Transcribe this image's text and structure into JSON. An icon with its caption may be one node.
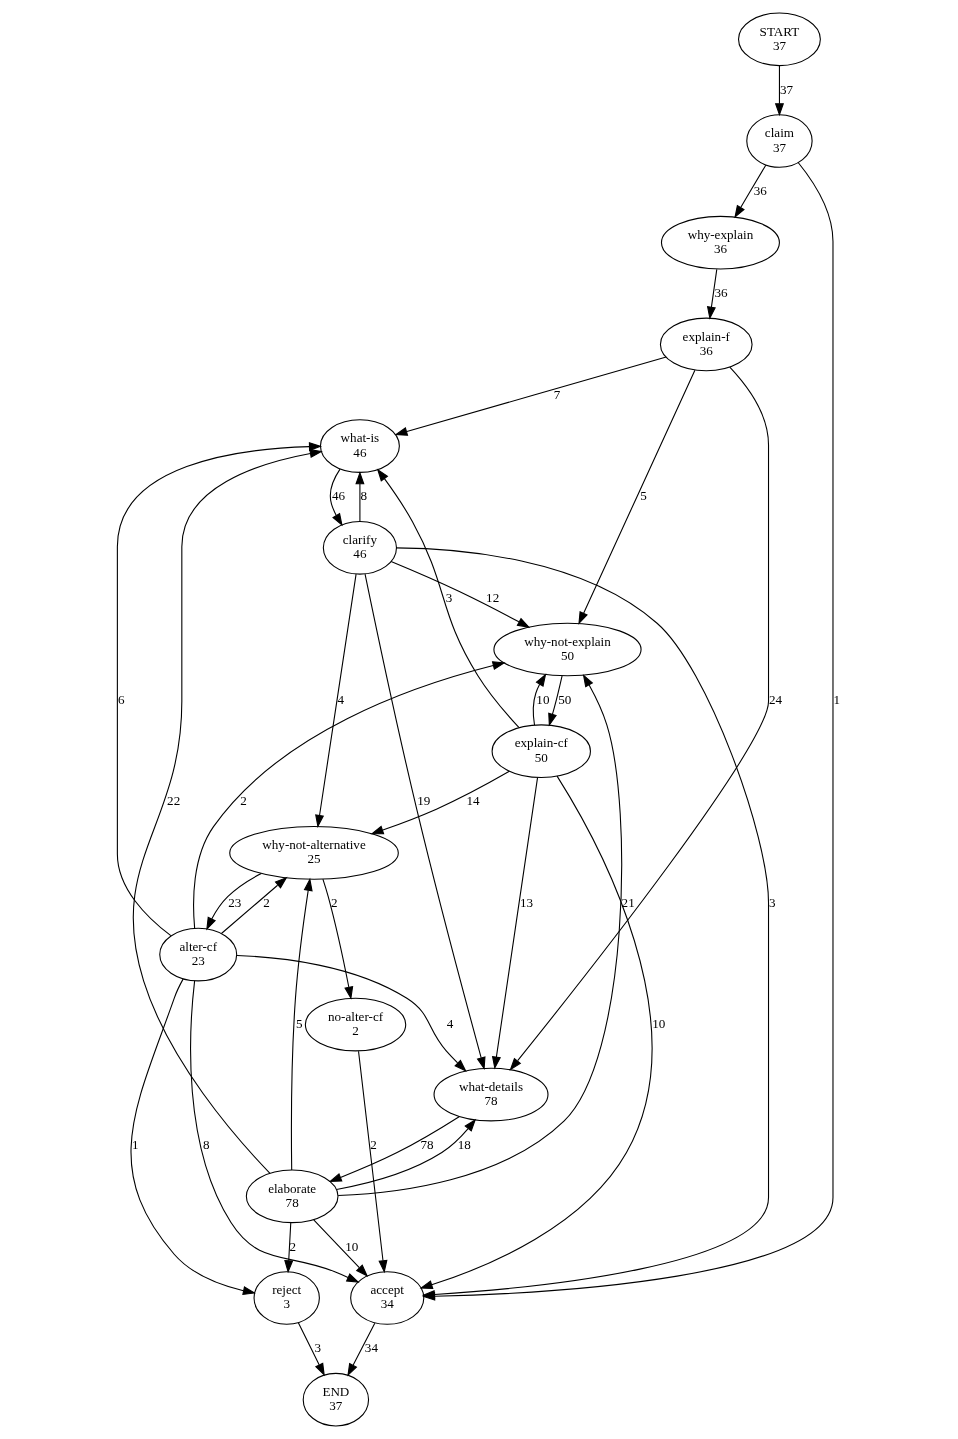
{
  "diagram": {
    "nodes": [
      {
        "text": [
          "START",
          "37"
        ]
      },
      {
        "text": [
          "claim",
          "37"
        ]
      },
      {
        "text": [
          "why-explain",
          "36"
        ]
      },
      {
        "text": [
          "explain-f",
          "36"
        ]
      },
      {
        "text": [
          "what-is",
          "46"
        ]
      },
      {
        "text": [
          "clarify",
          "46"
        ]
      },
      {
        "text": [
          "why-not-explain",
          "50"
        ]
      },
      {
        "text": [
          "explain-cf",
          "50"
        ]
      },
      {
        "text": [
          "what-details",
          "78"
        ]
      },
      {
        "text": [
          "elaborate",
          "78"
        ]
      },
      {
        "text": [
          "why-not-alternative",
          "25"
        ]
      },
      {
        "text": [
          "alter-cf",
          "23"
        ]
      },
      {
        "text": [
          "no-alter-cf",
          "2"
        ]
      },
      {
        "text": [
          "reject",
          "3"
        ]
      },
      {
        "text": [
          "accept",
          "34"
        ]
      },
      {
        "text": [
          "END",
          "37"
        ]
      }
    ],
    "edges": [
      {
        "from": 0,
        "to": 1,
        "arrow": "to",
        "label": "37"
      },
      {
        "from": 1,
        "to": 2,
        "arrow": "to",
        "label": "36"
      },
      {
        "from": 1,
        "to": 14,
        "arrow": "to",
        "label": "1"
      },
      {
        "from": 2,
        "to": 3,
        "arrow": "to",
        "label": "36"
      },
      {
        "from": 3,
        "to": 4,
        "arrow": "to",
        "label": "7"
      },
      {
        "from": 3,
        "to": 6,
        "arrow": "to",
        "label": "5"
      },
      {
        "from": 3,
        "to": 8,
        "arrow": "to",
        "label": "24"
      },
      {
        "from": 4,
        "to": 5,
        "arrow": "to",
        "label": "46"
      },
      {
        "from": 5,
        "to": 4,
        "arrow": "to",
        "label": "8"
      },
      {
        "from": 5,
        "to": 6,
        "arrow": "to",
        "label": "12"
      },
      {
        "from": 5,
        "to": 8,
        "arrow": "to",
        "label": "19"
      },
      {
        "from": 5,
        "to": 10,
        "arrow": "to",
        "label": "4"
      },
      {
        "from": 5,
        "to": 14,
        "arrow": "to",
        "label": "3"
      },
      {
        "from": 6,
        "to": 7,
        "arrow": "to",
        "label": "50"
      },
      {
        "from": 7,
        "to": 6,
        "arrow": "to",
        "label": "10"
      },
      {
        "from": 7,
        "to": 4,
        "arrow": "to",
        "label": "3"
      },
      {
        "from": 7,
        "to": 8,
        "arrow": "to",
        "label": "13"
      },
      {
        "from": 7,
        "to": 10,
        "arrow": "to",
        "label": "14"
      },
      {
        "from": 7,
        "to": 14,
        "arrow": "to",
        "label": "10"
      },
      {
        "from": 8,
        "to": 9,
        "arrow": "to",
        "label": "78"
      },
      {
        "from": 9,
        "to": 8,
        "arrow": "to",
        "label": "18"
      },
      {
        "from": 9,
        "to": 4,
        "arrow": "to",
        "label": "22"
      },
      {
        "from": 9,
        "to": 6,
        "arrow": "to",
        "label": "21"
      },
      {
        "from": 9,
        "to": 10,
        "arrow": "to",
        "label": "5"
      },
      {
        "from": 9,
        "to": 13,
        "arrow": "to",
        "label": "2"
      },
      {
        "from": 9,
        "to": 14,
        "arrow": "to",
        "label": "10"
      },
      {
        "from": 10,
        "to": 11,
        "arrow": "to",
        "label": "23"
      },
      {
        "from": 10,
        "to": 12,
        "arrow": "to",
        "label": "2"
      },
      {
        "from": 11,
        "to": 10,
        "arrow": "to",
        "label": "2"
      },
      {
        "from": 11,
        "to": 8,
        "arrow": "to",
        "label": "4"
      },
      {
        "from": 11,
        "to": 6,
        "arrow": "to",
        "label": "2"
      },
      {
        "from": 11,
        "to": 4,
        "arrow": "to",
        "label": "6"
      },
      {
        "from": 11,
        "to": 13,
        "arrow": "to",
        "label": "1"
      },
      {
        "from": 11,
        "to": 14,
        "arrow": "to",
        "label": "8"
      },
      {
        "from": 12,
        "to": 14,
        "arrow": "to",
        "label": "2"
      },
      {
        "from": 13,
        "to": 15,
        "arrow": "to",
        "label": "3"
      },
      {
        "from": 14,
        "to": 15,
        "arrow": "to",
        "label": "34"
      }
    ]
  }
}
